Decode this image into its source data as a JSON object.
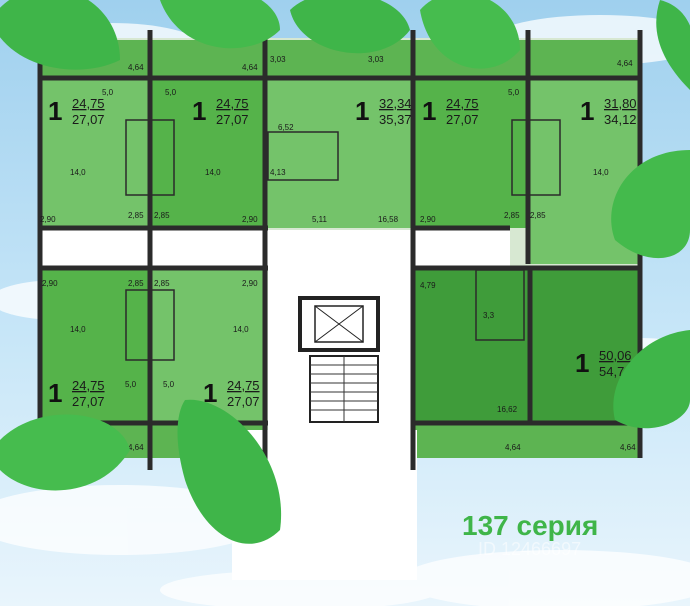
{
  "series_title": "137 серия",
  "watermark": "ID 12466697",
  "colors": {
    "apartment_light": "#74c36a",
    "apartment_medium": "#55b34a",
    "apartment_dark": "#3f9c3a",
    "wall": "#2b2b2b",
    "corridor": "#ffffff",
    "leaf": "#3fb549",
    "title": "#3fb549"
  },
  "apartments": [
    {
      "rooms": "1",
      "area_living": "24,75",
      "area_total": "27,07",
      "tone": "light"
    },
    {
      "rooms": "1",
      "area_living": "24,75",
      "area_total": "27,07",
      "tone": "medium"
    },
    {
      "rooms": "1",
      "area_living": "32,34",
      "area_total": "35,37",
      "tone": "light"
    },
    {
      "rooms": "1",
      "area_living": "24,75",
      "area_total": "27,07",
      "tone": "medium"
    },
    {
      "rooms": "1",
      "area_living": "31,80",
      "area_total": "34,12",
      "tone": "light"
    },
    {
      "rooms": "1",
      "area_living": "24,75",
      "area_total": "27,07",
      "tone": "medium"
    },
    {
      "rooms": "1",
      "area_living": "24,75",
      "area_total": "27,07",
      "tone": "light"
    },
    {
      "rooms": "1",
      "area_living": "50,06",
      "area_total": "54,70",
      "tone": "dark"
    }
  ],
  "dimension_labels": [
    "4,64",
    "4,64",
    "3,03",
    "3,03",
    "4,64",
    "5,0",
    "5,0",
    "5,0",
    "14,0",
    "14,0",
    "14,0",
    "2,90",
    "2,90",
    "2,90",
    "2,85",
    "2,85",
    "2,85",
    "2,85",
    "6,52",
    "4,13",
    "5,11",
    "16,58",
    "2,90",
    "2,85",
    "2,85",
    "2,90",
    "14,0",
    "14,0",
    "5,0",
    "5,0",
    "4,79",
    "3,3",
    "16,62",
    "4,64",
    "4,64",
    "4,64"
  ]
}
